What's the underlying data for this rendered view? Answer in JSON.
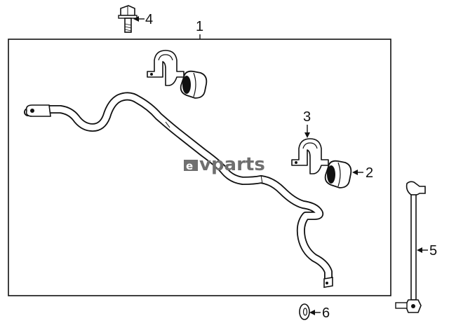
{
  "diagram": {
    "callouts": {
      "c1": "1",
      "c2": "2",
      "c3": "3",
      "c4": "4",
      "c5": "5",
      "c6": "6"
    },
    "watermark": {
      "text": "vparts",
      "logo_letter": "e"
    }
  }
}
